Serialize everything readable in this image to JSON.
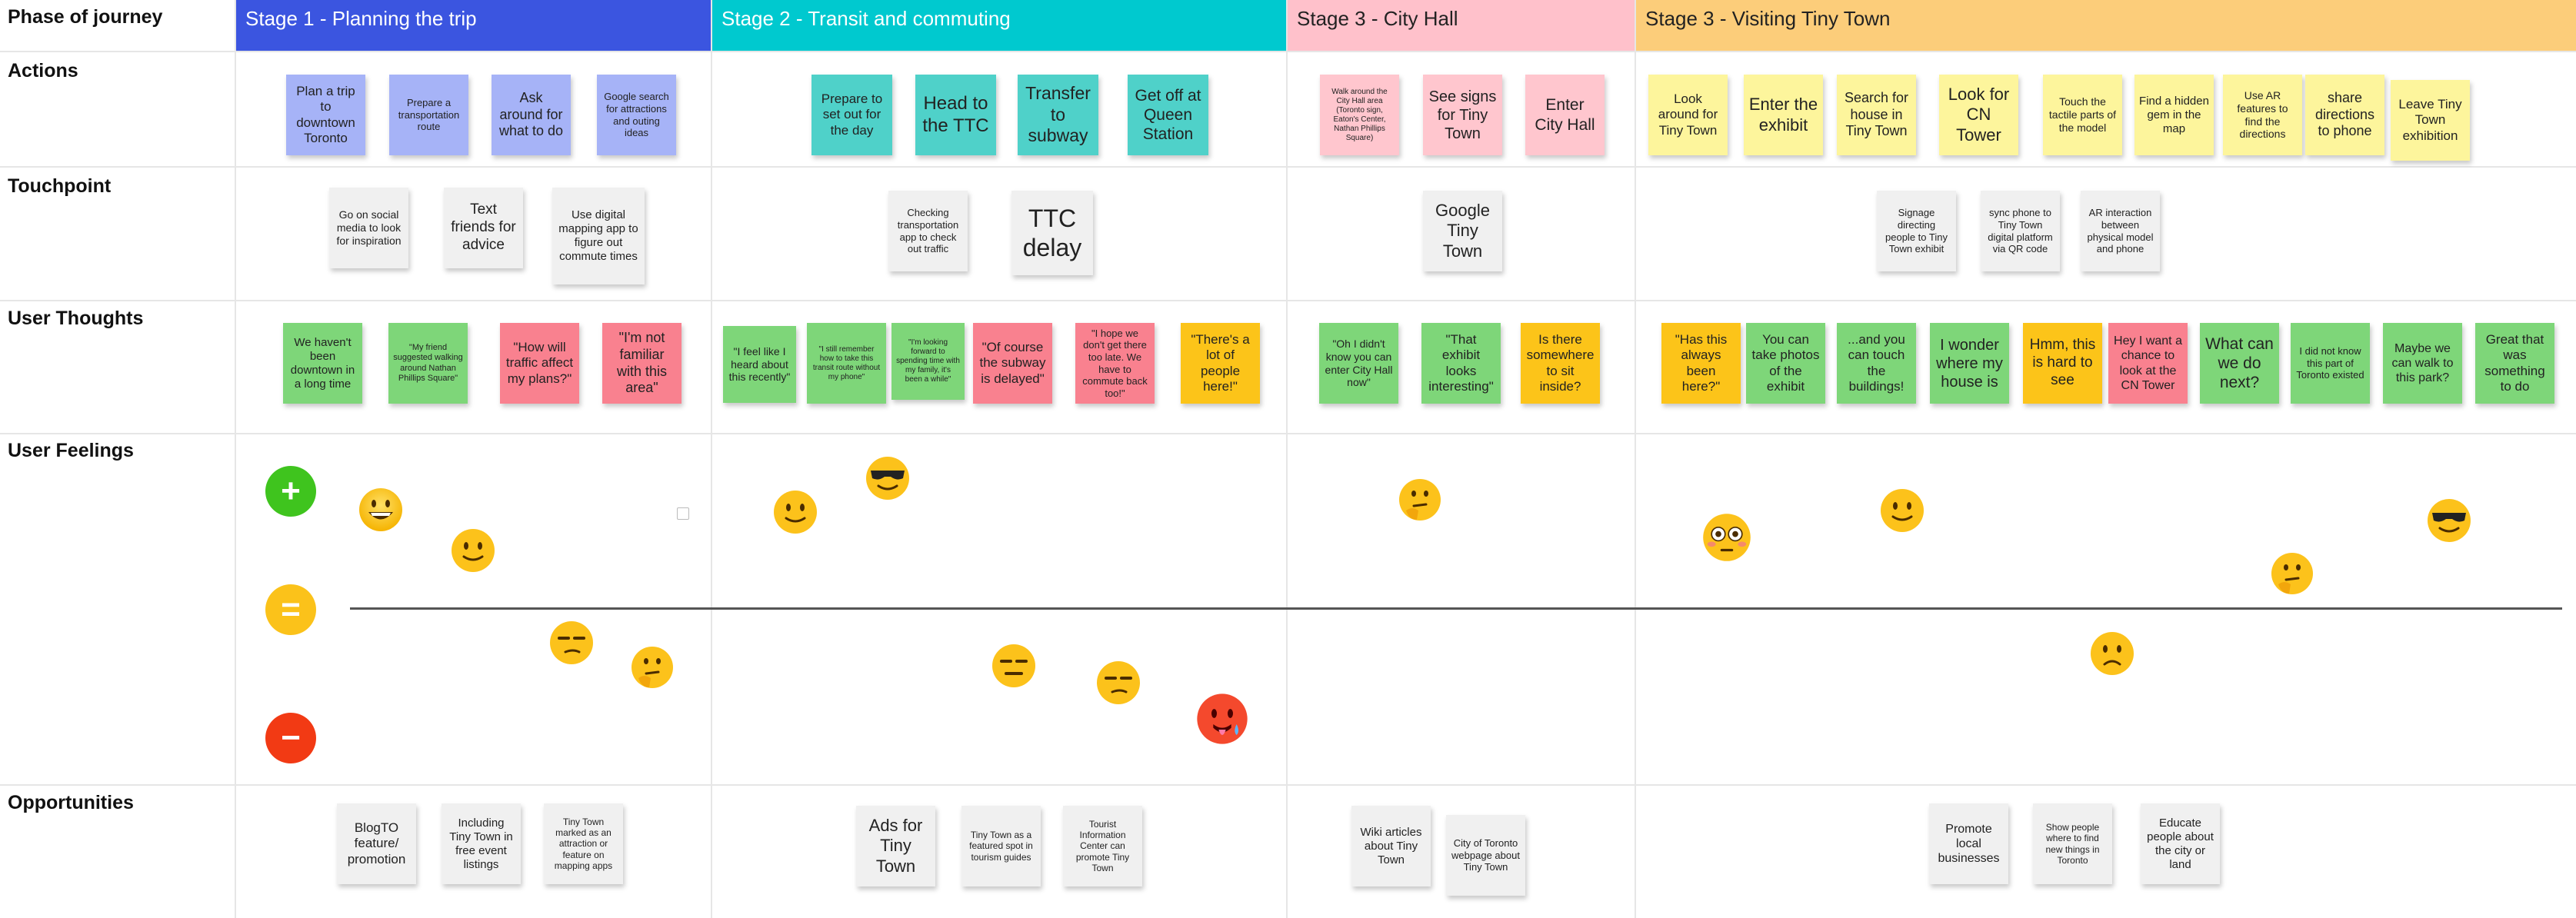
{
  "row_labels": {
    "phase": "Phase of journey",
    "actions": "Actions",
    "touchpoint": "Touchpoint",
    "thoughts": "User Thoughts",
    "feelings": "User Feelings",
    "opportunities": "Opportunities"
  },
  "stages": [
    {
      "label": "Stage 1 - Planning the trip",
      "color": "#3b55e0"
    },
    {
      "label": "Stage 2 - Transit and commuting",
      "color": "#00c9cf"
    },
    {
      "label": "Stage 3 - City Hall",
      "color": "#ffc1cb"
    },
    {
      "label": "Stage 3 - Visiting Tiny Town",
      "color": "#fccd7a"
    }
  ],
  "feeling_scale": {
    "positive": "+",
    "neutral": "=",
    "negative": "−"
  },
  "actions": [
    "Plan a trip to downtown Toronto",
    "Prepare a transportation route",
    "Ask around for what to do",
    "Google search for attractions and outing ideas",
    "Prepare to set out for the day",
    "Head to the TTC",
    "Transfer to subway",
    "Get off at Queen Station",
    "Walk around the City Hall area (Toronto sign, Eaton's Center, Nathan Phillips Square)",
    "See signs for Tiny Town",
    "Enter City Hall",
    "Look around for Tiny Town",
    "Enter the exhibit",
    "Search for house in Tiny Town",
    "Look for CN Tower",
    "Touch the tactile parts of the model",
    "Find a hidden gem in the map",
    "Use AR features to find the directions",
    "share directions to phone",
    "Leave Tiny Town exhibition"
  ],
  "touchpoints": [
    "Go on social media to look for inspiration",
    "Text friends for advice",
    "Use digital mapping app to figure out commute times",
    "Checking transportation app to check out traffic",
    "TTC delay",
    "Google Tiny Town",
    "Signage directing people to Tiny Town exhibit",
    "sync phone to Tiny Town digital platform via QR code",
    "AR interaction between physical model and phone"
  ],
  "thoughts": [
    "We haven't been downtown in a long time",
    "\"My friend suggested walking around Nathan Phillips Square\"",
    "\"How will traffic affect my plans?\"",
    "\"I'm not familiar with this area\"",
    "\"I feel like I heard about this recently\"",
    "\"I still remember how to take this transit route without my phone\"",
    "\"I'm looking forward to spending time with my family, it's been a while\"",
    "\"Of course the subway is delayed\"",
    "\"I hope we don't get there too late. We have to commute back too!\"",
    "\"There's a lot of people here!\"",
    "\"Oh I didn't know you can enter City Hall now\"",
    "\"That exhibit looks interesting\"",
    "Is there somewhere to sit inside?",
    "\"Has this always been here?\"",
    "You can take photos of the exhibit",
    "...and you can touch the buildings!",
    "I wonder where my house is",
    "Hmm, this is hard to see",
    "Hey I want a chance to look at the CN Tower",
    "What can we do next?",
    "I did not know this part of Toronto existed",
    "Maybe we can walk to this park?",
    "Great that was something to do"
  ],
  "emotions": [
    "grinning-face",
    "slightly-smiling-face",
    "unamused-face",
    "thinking-face",
    "slightly-smiling-face",
    "smiling-face-with-sunglasses",
    "expressionless-face",
    "unamused-face",
    "hot-face",
    "thinking-face",
    "flushed-face",
    "slightly-smiling-face",
    "smiling-face-with-sunglasses",
    "thinking-face",
    "frowning-face"
  ],
  "opportunities": [
    "BlogTO feature/ promotion",
    "Including Tiny Town in free event listings",
    "Tiny Town marked as an attraction or feature on mapping apps",
    "Ads for Tiny Town",
    "Tiny Town as a featured spot in tourism guides",
    "Tourist Information Center can promote Tiny Town",
    "Wiki articles about Tiny Town",
    "City of Toronto webpage about Tiny Town",
    "Promote local businesses",
    "Show people where to find new things in Toronto",
    "Educate people about the city or land"
  ]
}
